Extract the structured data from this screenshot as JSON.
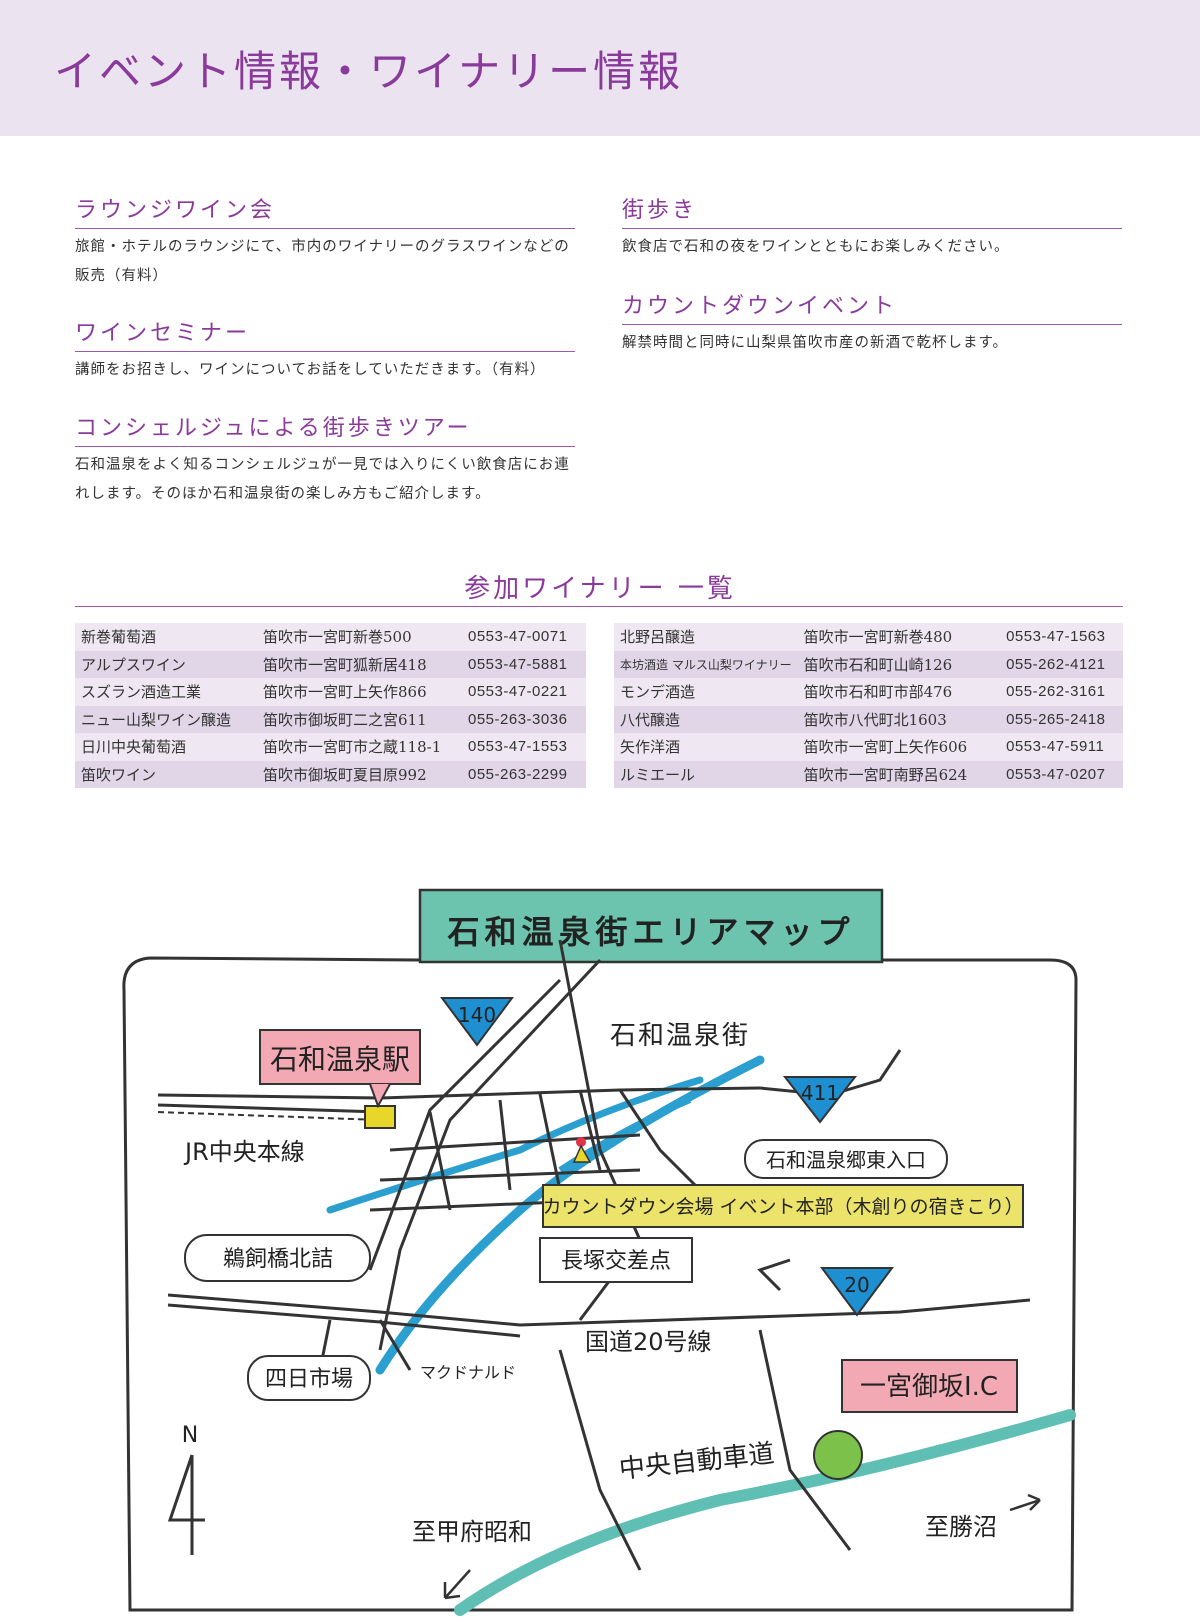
{
  "header": {
    "title": "イベント情報・ワイナリー情報"
  },
  "events": {
    "lounge": {
      "title": "ラウンジワイン会",
      "body": "旅館・ホテルのラウンジにて、市内のワイナリーのグラスワインなどの販売（有料）"
    },
    "seminar": {
      "title": "ワインセミナー",
      "body": "講師をお招きし、ワインについてお話をしていただきます。（有料）"
    },
    "tour": {
      "title": "コンシェルジュによる街歩きツアー",
      "body": "石和温泉をよく知るコンシェルジュが一見では入りにくい飲食店にお連れします。そのほか石和温泉街の楽しみ方もご紹介します。"
    },
    "walk": {
      "title": "街歩き",
      "body": "飲食店で石和の夜をワインとともにお楽しみください。"
    },
    "countdown": {
      "title": "カウントダウンイベント",
      "body": "解禁時間と同時に山梨県笛吹市産の新酒で乾杯します。"
    }
  },
  "wineries": {
    "title": "参加ワイナリー 一覧",
    "left": [
      {
        "name": "新巻葡萄酒",
        "address": "笛吹市一宮町新巻500",
        "phone": "0553-47-0071"
      },
      {
        "name": "アルプスワイン",
        "address": "笛吹市一宮町狐新居418",
        "phone": "0553-47-5881"
      },
      {
        "name": "スズラン酒造工業",
        "address": "笛吹市一宮町上矢作866",
        "phone": "0553-47-0221"
      },
      {
        "name": "ニュー山梨ワイン醸造",
        "address": "笛吹市御坂町二之宮611",
        "phone": "055-263-3036"
      },
      {
        "name": "日川中央葡萄酒",
        "address": "笛吹市一宮町市之蔵118-1",
        "phone": "0553-47-1553"
      },
      {
        "name": "笛吹ワイン",
        "address": "笛吹市御坂町夏目原992",
        "phone": "055-263-2299"
      }
    ],
    "right": [
      {
        "name": "北野呂醸造",
        "address": "笛吹市一宮町新巻480",
        "phone": "0553-47-1563"
      },
      {
        "name": "本坊酒造 マルス山梨ワイナリー",
        "address": "笛吹市石和町山崎126",
        "phone": "055-262-4121"
      },
      {
        "name": "モンデ酒造",
        "address": "笛吹市石和町市部476",
        "phone": "055-262-3161"
      },
      {
        "name": "八代醸造",
        "address": "笛吹市八代町北1603",
        "phone": "055-265-2418"
      },
      {
        "name": "矢作洋酒",
        "address": "笛吹市一宮町上矢作606",
        "phone": "0553-47-5911"
      },
      {
        "name": "ルミエール",
        "address": "笛吹市一宮町南野呂624",
        "phone": "0553-47-0207"
      }
    ]
  },
  "map": {
    "title": "石和温泉街エリアマップ",
    "station": "石和温泉駅",
    "route140": "140",
    "route411": "411",
    "route20": "20",
    "district": "石和温泉街",
    "jr_line": "JR中央本線",
    "east_entrance": "石和温泉郷東入口",
    "venue": "カウントダウン会場 イベント本部（木創りの宿きこり）",
    "bridge": "鵜飼橋北詰",
    "intersection": "長塚交差点",
    "national_road": "国道20号線",
    "mcdonalds": "マクドナルド",
    "yokkaichiba": "四日市場",
    "ic": "一宮御坂I.C",
    "expressway": "中央自動車道",
    "to_kofu": "至甲府昭和",
    "to_katsunuma": "至勝沼",
    "north": "N",
    "colors": {
      "river": "#2a9fd0",
      "expressway": "#5fbfb5",
      "title_bg": "#6cc4ae",
      "station_bg": "#f2a9b4",
      "venue_bg": "#ece36a",
      "ic_bg": "#f2a9b4",
      "route_badge": "#1e8fd0",
      "road": "#333333"
    }
  }
}
